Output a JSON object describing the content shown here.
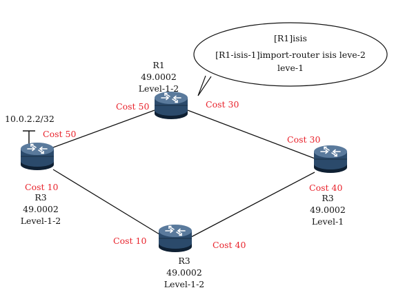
{
  "colors": {
    "cost": "#e8212a",
    "line": "#111111",
    "router_top": "#5a7a9c",
    "router_body": "#2b4a6b"
  },
  "callout": {
    "line1": "[R1]isis",
    "line2": "[R1-isis-1]import-router isis leve-2",
    "line3": "leve-1"
  },
  "routers": {
    "top": {
      "name": "R1",
      "area": "49.0002",
      "level": "Level-1-2",
      "icon": "router-icon"
    },
    "left": {
      "name": "R3",
      "area": "49.0002",
      "level": "Level-1-2",
      "icon": "router-icon",
      "route": "10.0.2.2/32"
    },
    "right": {
      "name": "R3",
      "area": "49.0002",
      "level": "Level-1",
      "icon": "router-icon"
    },
    "bottom": {
      "name": "R3",
      "area": "49.0002",
      "level": "Level-1-2",
      "icon": "router-icon"
    }
  },
  "costs": {
    "top_left": "Cost 50",
    "top_right": "Cost 30",
    "left_top": "Cost 50",
    "left_bottom": "Cost 10",
    "right_top": "Cost 30",
    "right_bottom": "Cost 40",
    "bottom_left": "Cost 10",
    "bottom_right": "Cost 40"
  }
}
